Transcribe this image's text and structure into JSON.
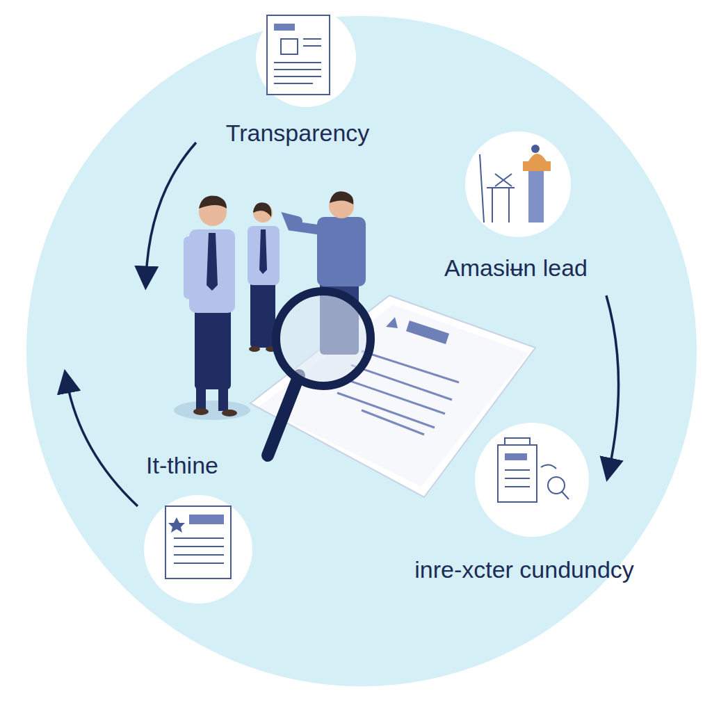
{
  "diagram": {
    "labels": [
      "Transparency",
      "Amasiʉn lead",
      "It-thine",
      "inre-xcter cundundcy"
    ]
  }
}
